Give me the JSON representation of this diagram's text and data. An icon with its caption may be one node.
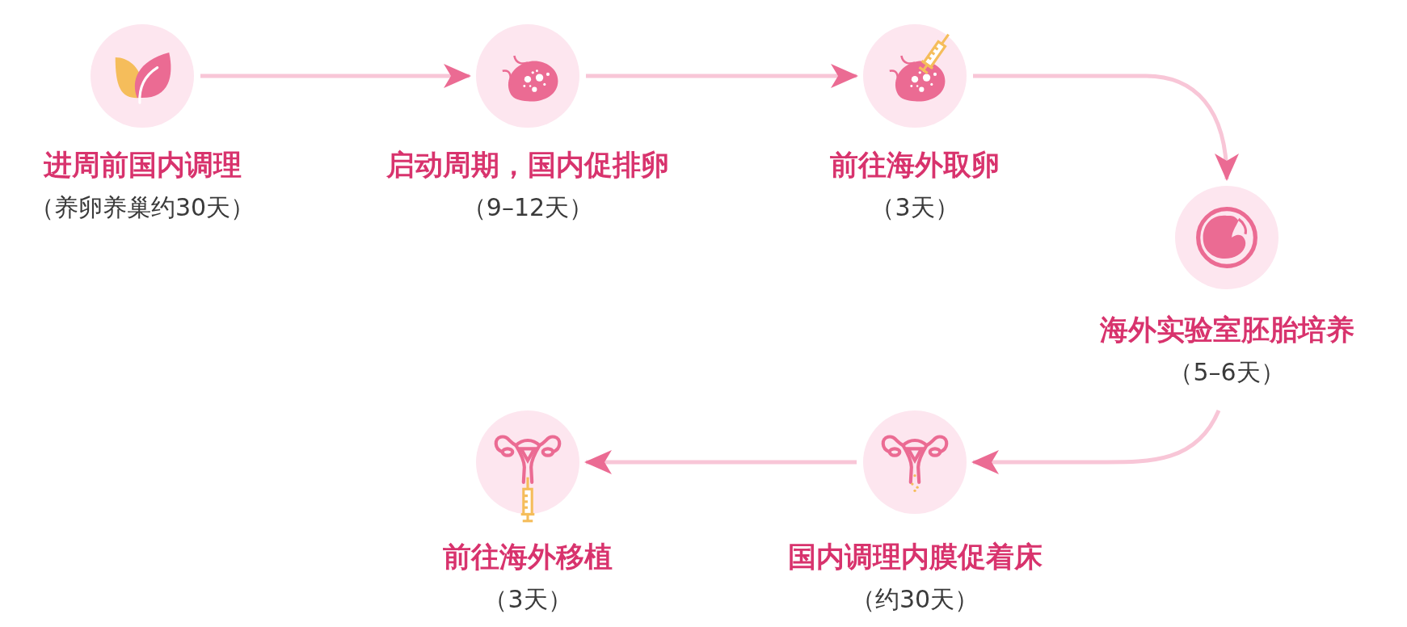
{
  "diagram": {
    "nodes": [
      {
        "text": [],
        "shape": "circle",
        "beside": [
          "进周前国内调理",
          "（养卵养巢约30天）"
        ]
      },
      {
        "text": [],
        "shape": "circle",
        "beside": [
          "启动周期，国内促排卵",
          "（9–12天）"
        ]
      },
      {
        "text": [],
        "shape": "circle",
        "beside": [
          "前往海外取卵",
          "（3天）"
        ]
      },
      {
        "text": [],
        "shape": "circle",
        "beside": [
          "海外实验室胚胎培养",
          "（5–6天）"
        ]
      },
      {
        "text": [],
        "shape": "circle",
        "beside": [
          "国内调理内膜促着床",
          "（约30天）"
        ]
      },
      {
        "text": [],
        "shape": "circle",
        "beside": [
          "前往海外移植",
          "（3天）"
        ]
      }
    ],
    "edges": [
      {
        "from": 0,
        "to": 1,
        "arrow": "to"
      },
      {
        "from": 1,
        "to": 2,
        "arrow": "to"
      },
      {
        "from": 2,
        "to": 3,
        "arrow": "to"
      },
      {
        "from": 3,
        "to": 4,
        "arrow": "to"
      },
      {
        "from": 4,
        "to": 5,
        "arrow": "to"
      }
    ]
  }
}
